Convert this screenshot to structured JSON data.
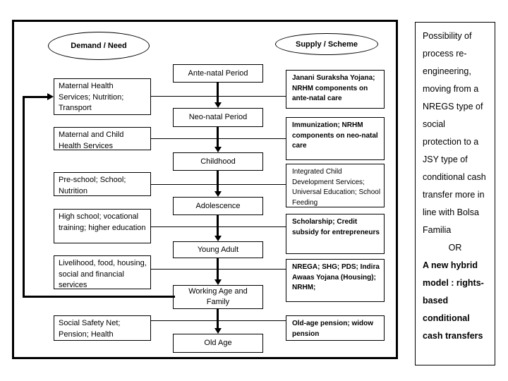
{
  "ovals": {
    "demand": "Demand / Need",
    "supply": "Supply / Scheme"
  },
  "stages": [
    "Ante-natal Period",
    "Neo-natal Period",
    "Childhood",
    "Adolescence",
    "Young Adult",
    "Working Age and Family",
    "Old Age"
  ],
  "demand_boxes": [
    "Maternal Health Services; Nutrition; Transport",
    "Maternal and Child Health Services",
    "Pre-school; School; Nutrition",
    "High school; vocational training; higher education",
    "Livelihood, food, housing, social and financial services",
    "Social Safety Net; Pension; Health"
  ],
  "supply_boxes": [
    "Janani Suraksha Yojana; NRHM components on ante-natal care",
    "Immunization; NRHM components on neo-natal care",
    "Integrated Child Development Services; Universal Education; School Feeding",
    "Scholarship; Credit subsidy for entrepreneurs",
    "NREGA; SHG; PDS; Indira Awaas Yojana (Housing); NRHM;",
    "Old-age pension; widow pension"
  ],
  "sidebar": {
    "lines": [
      "Possibility of",
      "process re-",
      "engineering,",
      "moving from a",
      "NREGS type of",
      "social",
      "protection to a",
      "JSY type of",
      "conditional cash",
      "transfer more in",
      "line with Bolsa",
      "Familia",
      "OR",
      "A new hybrid",
      "model : rights-",
      "based",
      "conditional",
      "cash transfers"
    ]
  },
  "colors": {
    "line": "#000000",
    "background": "#ffffff"
  }
}
